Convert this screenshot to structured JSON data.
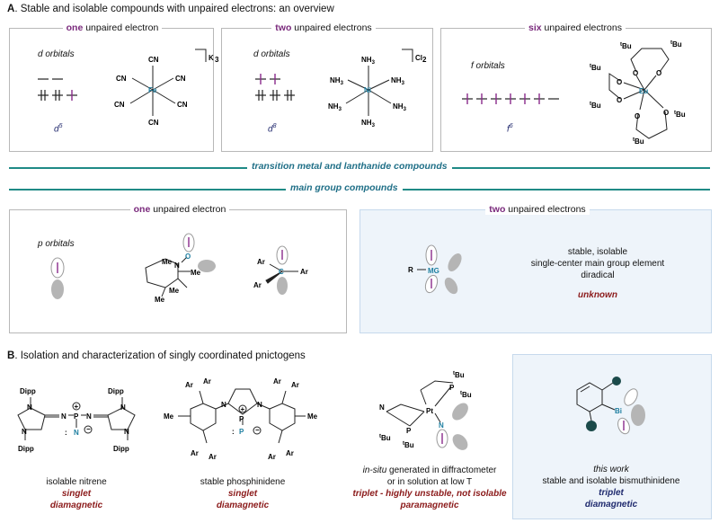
{
  "section_a": {
    "letter": "A",
    "title": ". Stable and isolable compounds with unpaired electrons: an overview",
    "panels": [
      {
        "keyword": "one",
        "rest": " unpaired electron",
        "orbital_label": "d orbitals",
        "config_base": "d",
        "config_exp": "5",
        "complex": {
          "center": "Fe",
          "ligand": "CN",
          "counterion": "K",
          "counterion_sub": "3"
        }
      },
      {
        "keyword": "two",
        "rest": " unpaired electrons",
        "orbital_label": "d orbitals",
        "config_base": "d",
        "config_exp": "8",
        "complex": {
          "center": "Ni",
          "ligand": "NH",
          "ligand_sub": "3",
          "counterion": "Cl",
          "counterion_sub": "2"
        }
      },
      {
        "keyword": "six",
        "rest": " unpaired electrons",
        "orbital_label": "f orbitals",
        "config_base": "f",
        "config_exp": "6",
        "complex": {
          "center": "Eu",
          "oxygen": "O",
          "tbu": "Bu",
          "tbu_prefix": "t"
        }
      }
    ],
    "divider_tm": "transition metal and lanthanide compounds",
    "divider_mg": "main group compounds",
    "mg_one": {
      "keyword": "one",
      "rest": " unpaired electron",
      "orbital_label": "p orbitals",
      "atoms": {
        "N": "N",
        "O": "O",
        "Me": "Me",
        "Ar": "Ar",
        "C": "C"
      }
    },
    "mg_two": {
      "keyword": "two",
      "rest": " unpaired electrons",
      "atoms": {
        "R": "R",
        "MG": "MG"
      },
      "lines": [
        "stable, isolable",
        "single-center main group element",
        "diradical"
      ],
      "status": "unknown"
    }
  },
  "section_b": {
    "letter": "B",
    "title": ". Isolation and characterization of singly coordinated pnictogens",
    "compounds": [
      {
        "caption": "isolable nitrene",
        "state": "singlet",
        "magnetism": "diamagnetic",
        "atoms": {
          "Dipp": "Dipp",
          "N": "N",
          "P": "P"
        }
      },
      {
        "caption": "stable phosphinidene",
        "state": "singlet",
        "magnetism": "diamagnetic",
        "atoms": {
          "Ar": "Ar",
          "Me": "Me",
          "N": "N",
          "P": "P"
        }
      },
      {
        "caption_italic": "in-situ",
        "caption_rest": " generated in diffractometer",
        "caption_line2": "or in solution at low T",
        "state": "triplet - highly unstable, not isolable",
        "magnetism": "paramagnetic",
        "atoms": {
          "Pt": "Pt",
          "P": "P",
          "N": "N",
          "tBu": "Bu",
          "t": "t"
        }
      },
      {
        "caption_italic": "this work",
        "caption_line2": "stable and isolable bismuthinidene",
        "state": "triplet",
        "magnetism": "diamagnetic",
        "atoms": {
          "Bi": "Bi"
        }
      }
    ]
  },
  "colors": {
    "teal": "#1f8a86",
    "purple": "#7a2a7c",
    "dark_red": "#8b1a1a",
    "navy": "#1f2a6e",
    "blue_box": "#eef4fa",
    "metal": "#1d7ea0"
  }
}
